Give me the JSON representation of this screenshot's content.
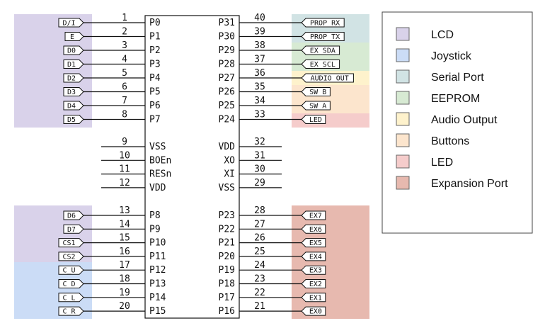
{
  "colors": {
    "lcd": "#d9d2ea",
    "joystick": "#cbdcf6",
    "serial": "#d1e3e4",
    "eeprom": "#d7ead3",
    "audio": "#fef2cc",
    "buttons": "#fce5cd",
    "led": "#f5cccb",
    "expansion": "#e7b9af"
  },
  "legend": [
    {
      "key": "lcd",
      "label": "LCD"
    },
    {
      "key": "joystick",
      "label": "Joystick"
    },
    {
      "key": "serial",
      "label": "Serial Port"
    },
    {
      "key": "eeprom",
      "label": "EEPROM"
    },
    {
      "key": "audio",
      "label": "Audio Output"
    },
    {
      "key": "buttons",
      "label": "Buttons"
    },
    {
      "key": "led",
      "label": "LED"
    },
    {
      "key": "expansion",
      "label": "Expansion Port"
    }
  ],
  "pins_left": [
    {
      "num": "1",
      "name": "P0",
      "net": "D/I"
    },
    {
      "num": "2",
      "name": "P1",
      "net": "E"
    },
    {
      "num": "3",
      "name": "P2",
      "net": "D0"
    },
    {
      "num": "4",
      "name": "P3",
      "net": "D1"
    },
    {
      "num": "5",
      "name": "P4",
      "net": "D2"
    },
    {
      "num": "6",
      "name": "P5",
      "net": "D3"
    },
    {
      "num": "7",
      "name": "P6",
      "net": "D4"
    },
    {
      "num": "8",
      "name": "P7",
      "net": "D5"
    },
    {
      "num": "9",
      "name": "VSS",
      "net": ""
    },
    {
      "num": "10",
      "name": "BOEn",
      "net": ""
    },
    {
      "num": "11",
      "name": "RESn",
      "net": ""
    },
    {
      "num": "12",
      "name": "VDD",
      "net": ""
    },
    {
      "num": "13",
      "name": "P8",
      "net": "D6"
    },
    {
      "num": "14",
      "name": "P9",
      "net": "D7"
    },
    {
      "num": "15",
      "name": "P10",
      "net": "CS1"
    },
    {
      "num": "16",
      "name": "P11",
      "net": "CS2"
    },
    {
      "num": "17",
      "name": "P12",
      "net": "C_U"
    },
    {
      "num": "18",
      "name": "P13",
      "net": "C_D"
    },
    {
      "num": "19",
      "name": "P14",
      "net": "C_L"
    },
    {
      "num": "20",
      "name": "P15",
      "net": "C_R"
    }
  ],
  "pins_right": [
    {
      "num": "40",
      "name": "P31",
      "net": "PROP_RX"
    },
    {
      "num": "39",
      "name": "P30",
      "net": "PROP_TX"
    },
    {
      "num": "38",
      "name": "P29",
      "net": "EX_SDA"
    },
    {
      "num": "37",
      "name": "P28",
      "net": "EX_SCL"
    },
    {
      "num": "36",
      "name": "P27",
      "net": "AUDIO_OUT"
    },
    {
      "num": "35",
      "name": "P26",
      "net": "SW_B"
    },
    {
      "num": "34",
      "name": "P25",
      "net": "SW_A"
    },
    {
      "num": "33",
      "name": "P24",
      "net": "LED"
    },
    {
      "num": "32",
      "name": "VDD",
      "net": ""
    },
    {
      "num": "31",
      "name": "XO",
      "net": ""
    },
    {
      "num": "30",
      "name": "XI",
      "net": ""
    },
    {
      "num": "29",
      "name": "VSS",
      "net": ""
    },
    {
      "num": "28",
      "name": "P23",
      "net": "EX7"
    },
    {
      "num": "27",
      "name": "P22",
      "net": "EX6"
    },
    {
      "num": "26",
      "name": "P21",
      "net": "EX5"
    },
    {
      "num": "25",
      "name": "P20",
      "net": "EX4"
    },
    {
      "num": "24",
      "name": "P19",
      "net": "EX3"
    },
    {
      "num": "23",
      "name": "P18",
      "net": "EX2"
    },
    {
      "num": "22",
      "name": "P17",
      "net": "EX1"
    },
    {
      "num": "21",
      "name": "P16",
      "net": "EX0"
    }
  ]
}
